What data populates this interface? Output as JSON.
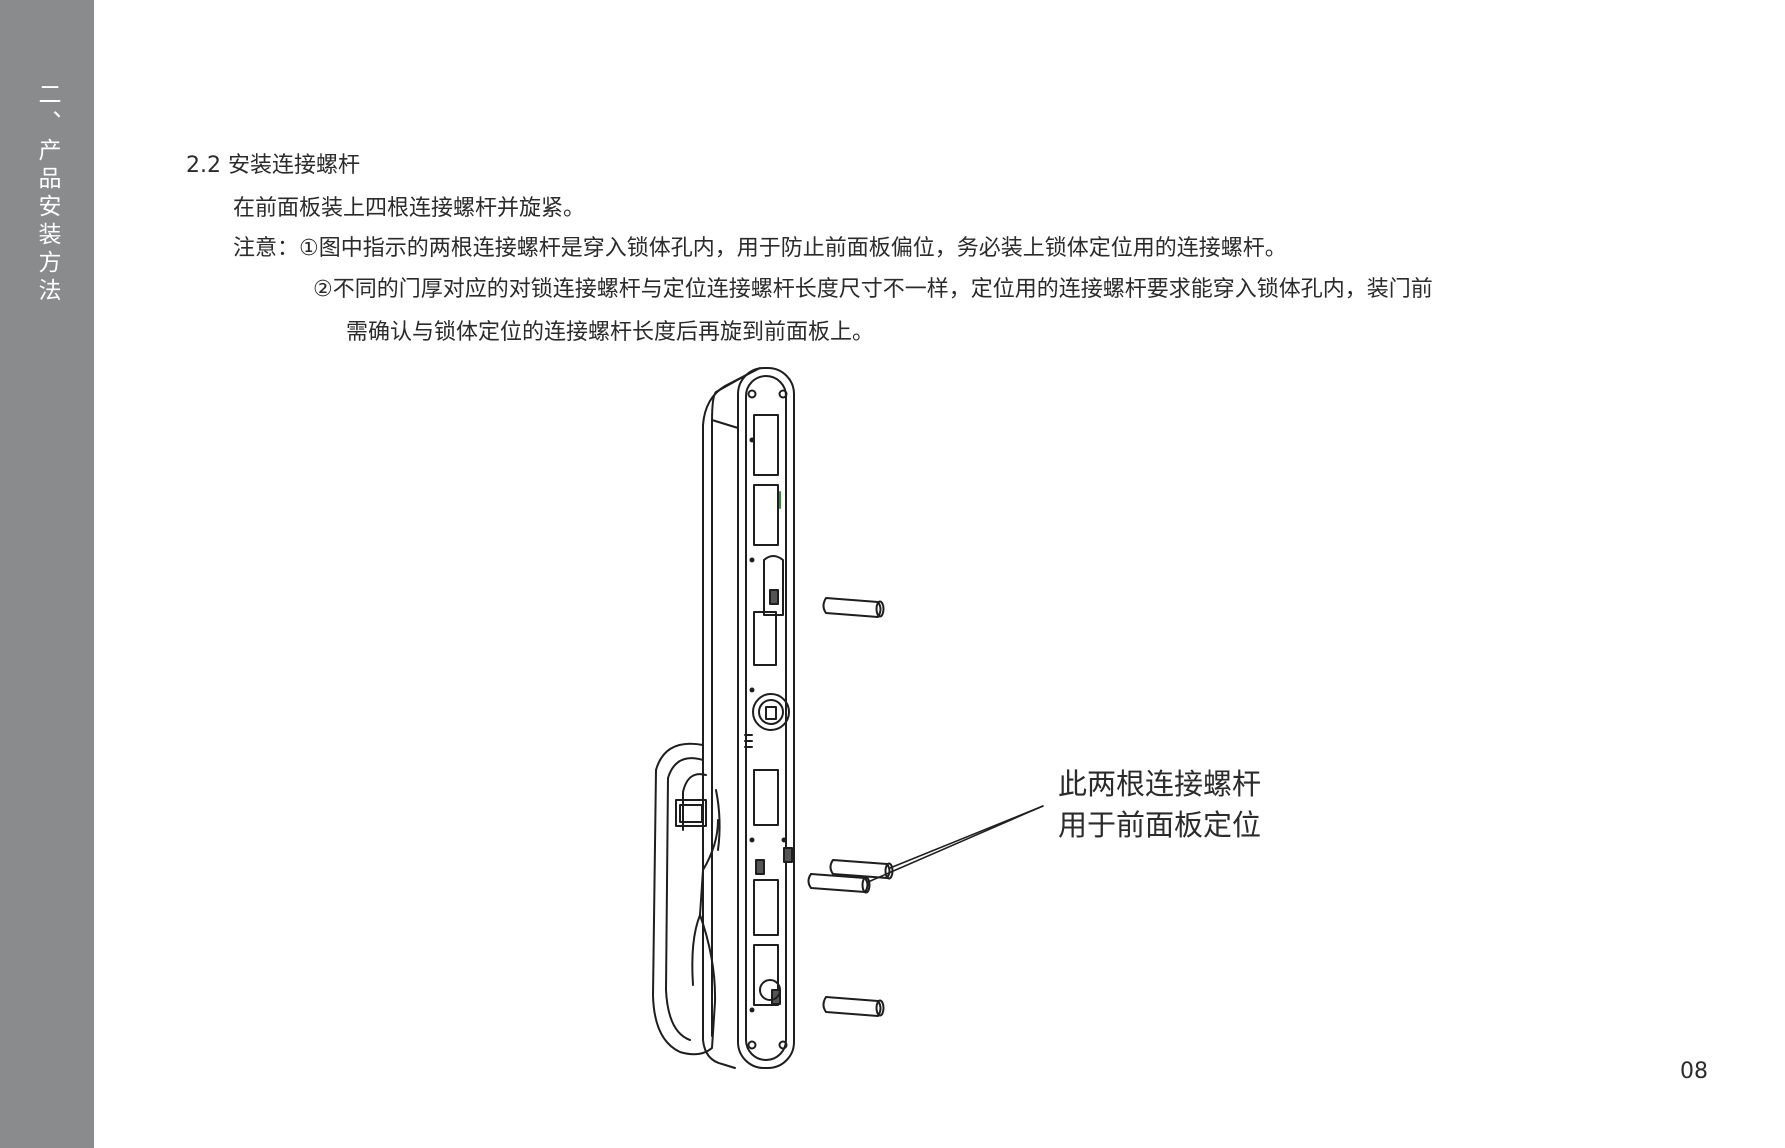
{
  "sidebar": {
    "section_title": "二、产品安装方法",
    "color": "#8a8b8d"
  },
  "content": {
    "heading": "2.2 安装连接螺杆",
    "intro": "在前面板装上四根连接螺杆并旋紧。",
    "note_line1": "注意：①图中指示的两根连接螺杆是穿入锁体孔内，用于防止前面板偏位，务必装上锁体定位用的连接螺杆。",
    "note_line2": "②不同的门厚对应的对锁连接螺杆与定位连接螺杆长度尺寸不一样，定位用的连接螺杆要求能穿入锁体孔内，装门前",
    "note_line3": "需确认与锁体定位的连接螺杆长度后再旋到前面板上。"
  },
  "diagram": {
    "callout_line1": "此两根连接螺杆",
    "callout_line2": "用于前面板定位"
  },
  "footer": {
    "page_number": "08"
  }
}
